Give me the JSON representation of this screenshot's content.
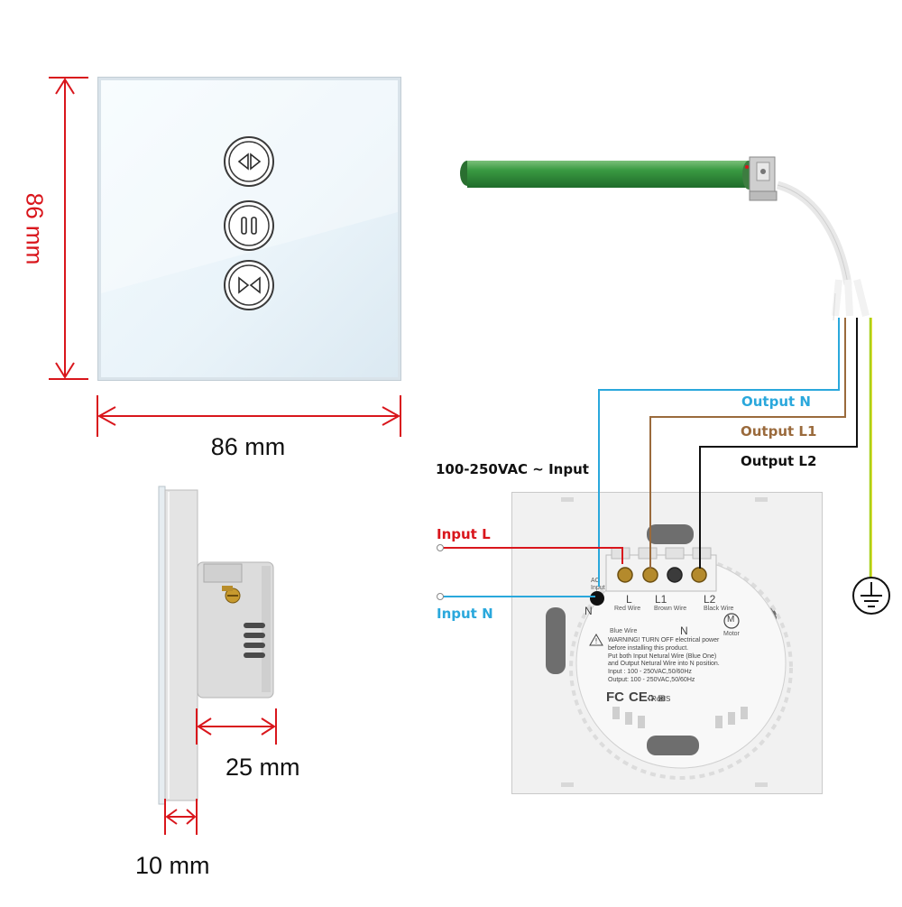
{
  "dimensions": {
    "height": "86 mm",
    "width": "86 mm",
    "body_depth": "25 mm",
    "panel_depth": "10 mm"
  },
  "wiring": {
    "supply": "100-250VAC ~ Input",
    "input_l": "Input L",
    "input_n": "Input N",
    "output_n": "Output N",
    "output_l1": "Output L1",
    "output_l2": "Output L2"
  },
  "terminals": {
    "ac_input": "AC\nInput",
    "n": "N",
    "l": "L",
    "l1": "L1",
    "l2": "L2",
    "red_wire": "Red Wire",
    "brown_wire": "Brown Wire",
    "black_wire": "Black Wire",
    "blue_wire": "Blue Wire",
    "motor_symbol": "M",
    "motor": "Motor"
  },
  "label_text": {
    "warning_1": "WARNING! TURN OFF electrical power",
    "warning_2": "before installing this product.",
    "warning_3": "Put both Input Netural Wire (Blue One)",
    "warning_4": "and Output Netural Wire into N position.",
    "input_spec": "Input : 100 - 250VAC,50/60Hz",
    "output_spec": "Output: 100 - 250VAC,50/60Hz",
    "cert_fc": "FC",
    "cert_ce": "CE",
    "cert_rohs": "RoHS"
  },
  "colors": {
    "dimension": "#d9161c",
    "input_l_wire": "#d9161c",
    "neutral_wire": "#2aa8dc",
    "l1_wire": "#9a6a3c",
    "l2_wire": "#111111",
    "earth_wire": "#a8d01c",
    "motor_tube": "#2f8f3c"
  }
}
